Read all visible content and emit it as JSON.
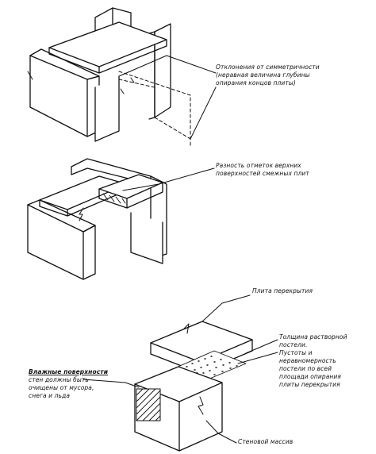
{
  "annotations": {
    "fig1_label": "Отклонения от симметричности\n(неравная величина глубины\nопирания концов плиты)",
    "fig2_label": "Разность отметок верхних\nповерхностей смежных плит",
    "fig3_slab": "Плита перекрытия",
    "fig3_mortar": "Толщина растворной\nпостели.\nПустоты и\nнеравномерность\nпостели по всей\nплощади опирания\nплиты перекрытия",
    "fig3_wall_head": "Влажные поверхности",
    "fig3_wall_body": "стен должны быть\nочищены от мусора,\nснега и льда",
    "fig3_pier": "Стеновой массив"
  },
  "colors": {
    "ink": "#111111",
    "paper": "#ffffff"
  }
}
